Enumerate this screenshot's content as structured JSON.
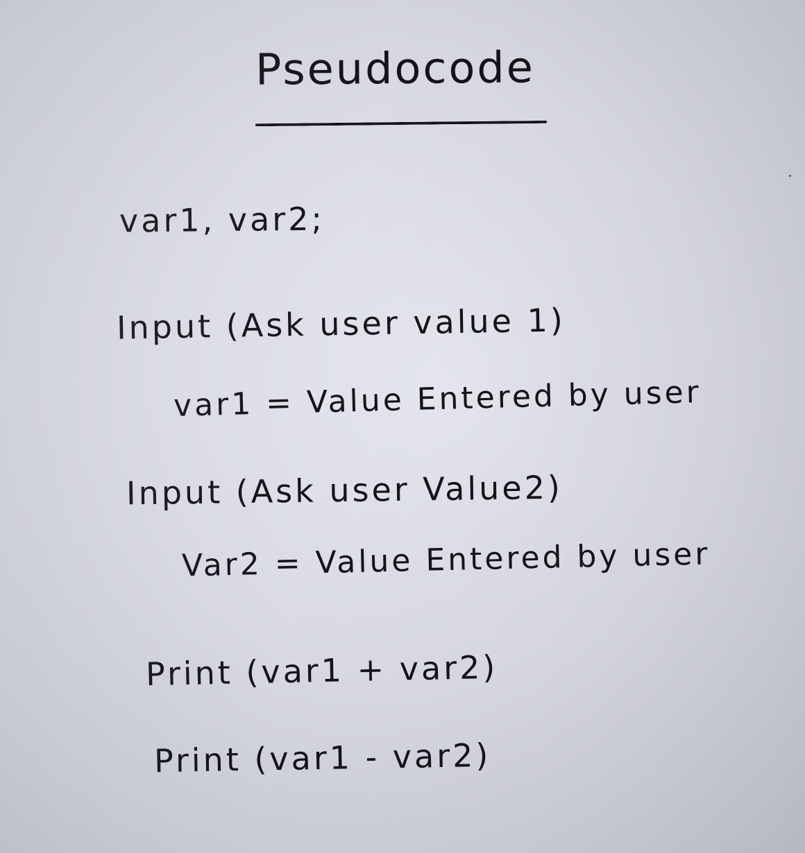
{
  "title": "Pseudocode",
  "lines": [
    "var1, var2;",
    "Input (Ask user value 1)",
    "var1 = Value Entered by user",
    "Input (Ask user Value2)",
    "Var2 = Value Entered by user",
    "Print (var1 + var2)",
    "Print (var1 - var2)"
  ]
}
